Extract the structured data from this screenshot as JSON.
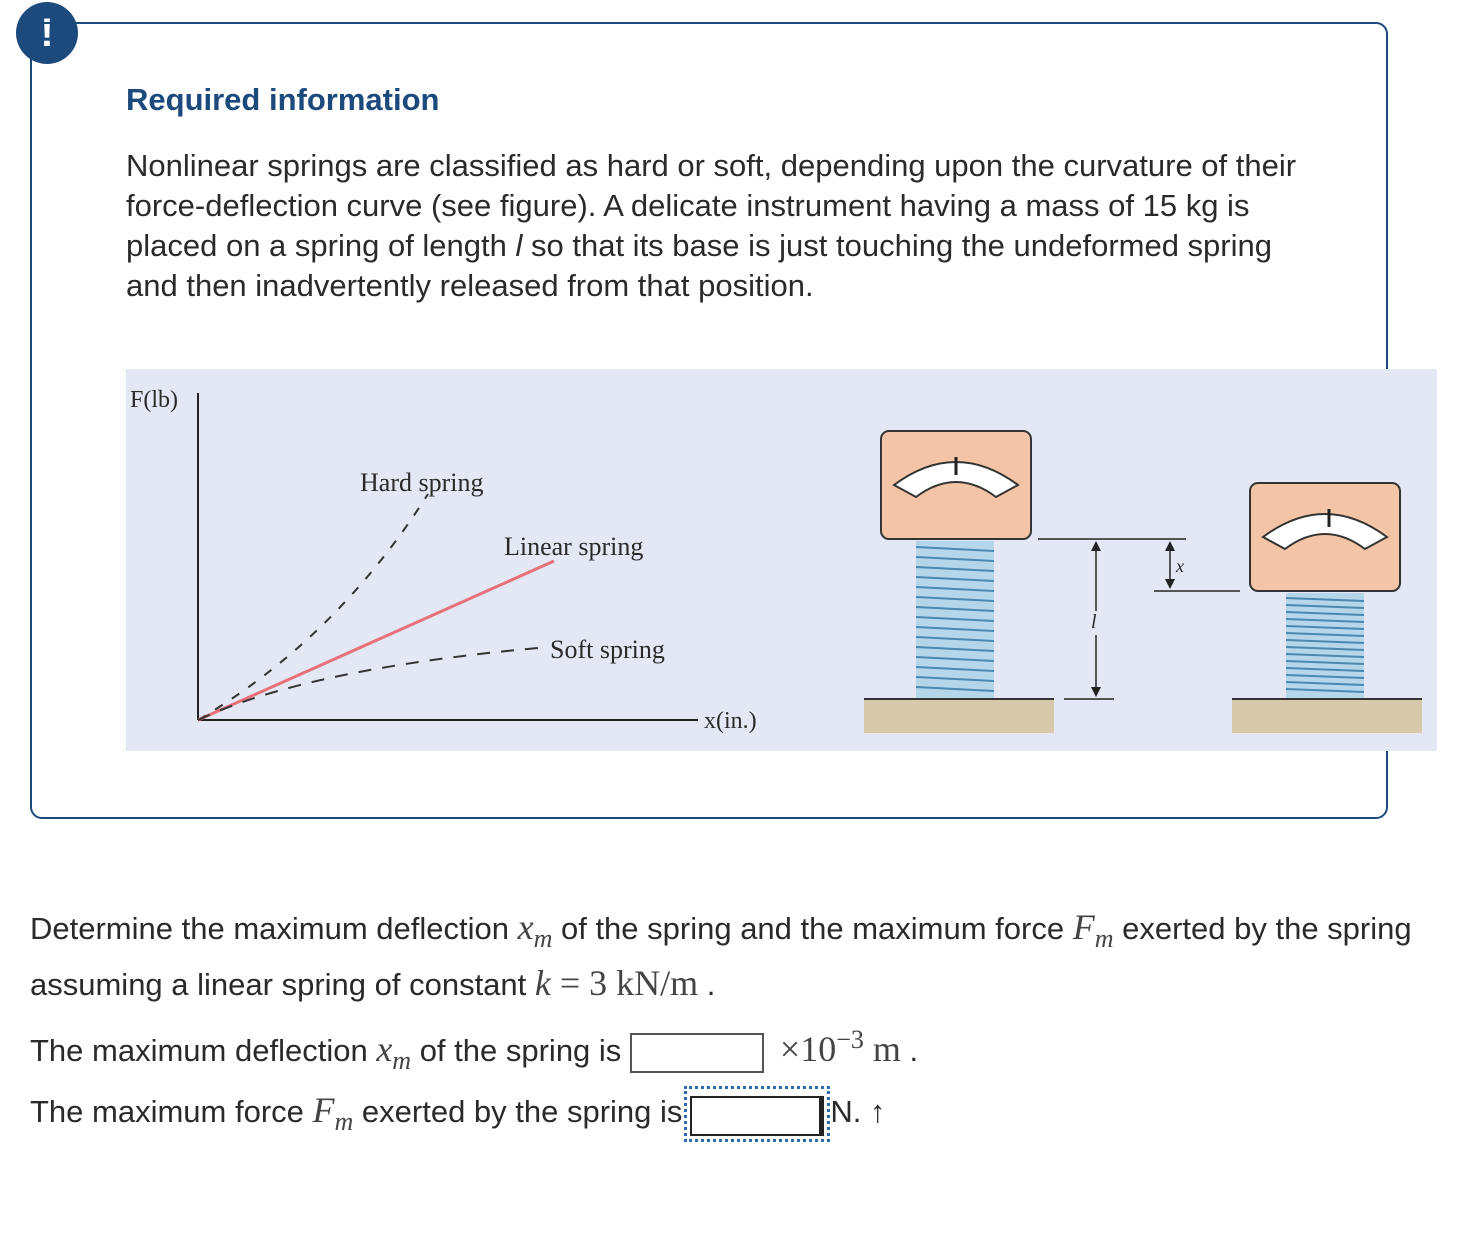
{
  "alert": {
    "glyph": "!"
  },
  "info": {
    "title": "Required information",
    "text_1": "Nonlinear springs are classified as hard or soft, depending upon the curvature of their force-deflection curve (see figure). A delicate instrument having a mass of 15 kg is placed on a spring of length ",
    "var_l": "l",
    "text_2": " so that its base is just touching the undeformed spring and then inadvertently released from that position."
  },
  "figure": {
    "y_axis_label": "F(lb)",
    "x_axis_label": "x(in.)",
    "hard_label": "Hard spring",
    "linear_label": "Linear spring",
    "soft_label": "Soft spring",
    "dim_l": "l",
    "dim_x": "x",
    "colors": {
      "background": "#e3e8f4",
      "linear_line": "#e8707a",
      "instrument": "#f4c4a6",
      "spring": "#8fc4e0",
      "ground": "#d6c8a8"
    }
  },
  "question": {
    "text_1": "Determine the maximum deflection ",
    "xm": "x",
    "m": "m",
    "text_2": " of the spring and the maximum force ",
    "Fm": "F",
    "text_3": " exerted by the spring assuming a linear spring of constant ",
    "k_expr_var": "k",
    "k_expr_rest": " = 3 kN/m",
    "text_4": " ."
  },
  "answer1": {
    "prefix": "The maximum deflection ",
    "var": "x",
    "sub": "m",
    "middle": " of the spring is ",
    "value": "",
    "times": "×10",
    "exp": "−3",
    "unit": " m",
    "end": " ."
  },
  "answer2": {
    "prefix": "The maximum force ",
    "var": "F",
    "sub": "m",
    "middle": " exerted by the spring is",
    "value": "",
    "unit": "N. ↑"
  }
}
